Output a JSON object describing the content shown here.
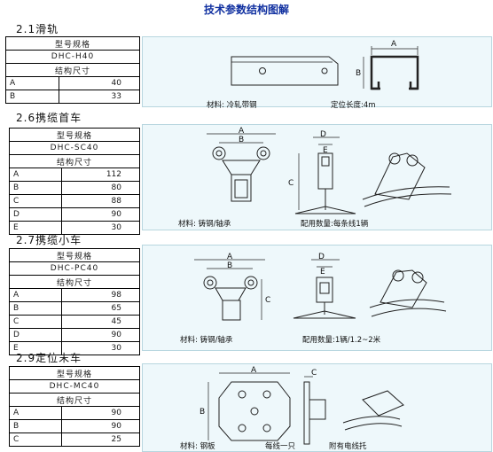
{
  "title": "技术参数结构图解",
  "sections": [
    {
      "heading": "2.1滑轨",
      "spec_label": "型号规格",
      "model": "DHC-H40",
      "dim_label": "结构尺寸",
      "rows": [
        [
          "A",
          "40"
        ],
        [
          "B",
          "33"
        ]
      ],
      "captions": [
        "材料: 冷轧带钢",
        "定位长度:4m"
      ],
      "dims": [
        "A",
        "B"
      ]
    },
    {
      "heading": "2.6携缆首车",
      "spec_label": "型号规格",
      "model": "DHC-SC40",
      "dim_label": "结构尺寸",
      "rows": [
        [
          "A",
          "112"
        ],
        [
          "B",
          "80"
        ],
        [
          "C",
          "88"
        ],
        [
          "D",
          "90"
        ],
        [
          "E",
          "30"
        ]
      ],
      "captions": [
        "材料: 铸钢/轴承",
        "配用数量:每条线1辆"
      ],
      "dims": [
        "A",
        "B",
        "C",
        "D",
        "E"
      ]
    },
    {
      "heading": "2.7携缆小车",
      "spec_label": "型号规格",
      "model": "DHC-PC40",
      "dim_label": "结构尺寸",
      "rows": [
        [
          "A",
          "98"
        ],
        [
          "B",
          "65"
        ],
        [
          "C",
          "45"
        ],
        [
          "D",
          "90"
        ],
        [
          "E",
          "30"
        ]
      ],
      "captions": [
        "材料: 铸钢/轴承",
        "配用数量:1辆/1.2~2米"
      ],
      "dims": [
        "A",
        "B",
        "C",
        "D",
        "E"
      ]
    },
    {
      "heading": "2.9定位末车",
      "spec_label": "型号规格",
      "model": "DHC-MC40",
      "dim_label": "结构尺寸",
      "rows": [
        [
          "A",
          "90"
        ],
        [
          "B",
          "90"
        ],
        [
          "C",
          "25"
        ]
      ],
      "captions": [
        "材料: 钢板",
        "每线一只",
        "附有电线托"
      ],
      "dims": [
        "A",
        "B",
        "C"
      ]
    }
  ]
}
